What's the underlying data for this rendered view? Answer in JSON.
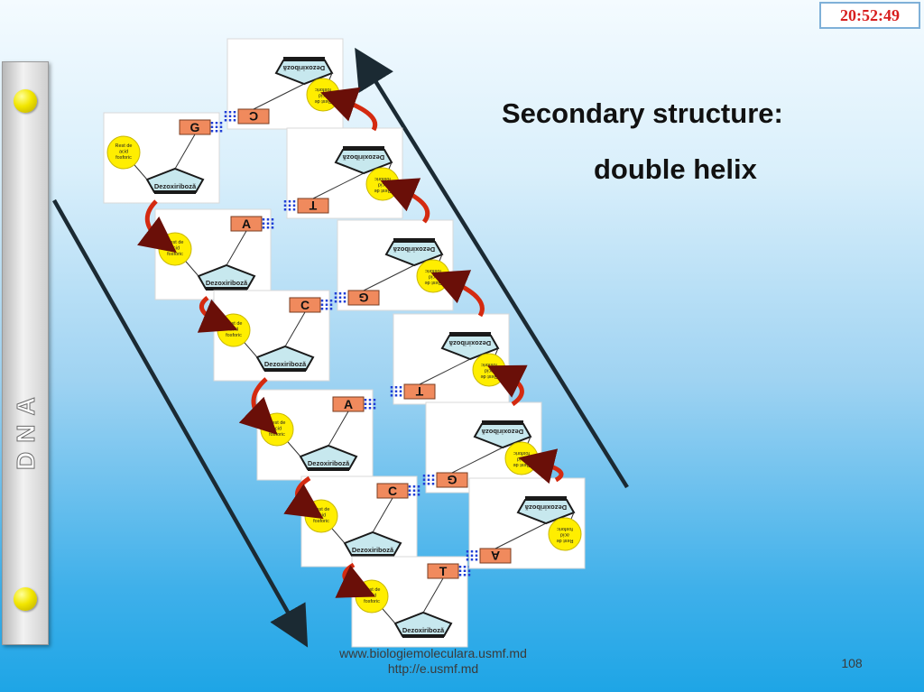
{
  "clock": "20:52:49",
  "sidebar": {
    "label": "DNA"
  },
  "heading": {
    "title": "Secondary structure:",
    "subtitle": "double helix"
  },
  "diagram": {
    "left_strand": [
      {
        "base": "G",
        "sugar": "Dezoxiriboză",
        "phosphate": "Rest de acid fosforic"
      },
      {
        "base": "A",
        "sugar": "Dezoxiriboză",
        "phosphate": "Rest de acid fosforic"
      },
      {
        "base": "C",
        "sugar": "Dezoxiriboză",
        "phosphate": "Rest de acid fosforic"
      },
      {
        "base": "A",
        "sugar": "Dezoxiriboză",
        "phosphate": "Rest de acid fosforic"
      },
      {
        "base": "C",
        "sugar": "Dezoxiriboză",
        "phosphate": "Rest de acid fosforic"
      },
      {
        "base": "T",
        "sugar": "Dezoxiriboză",
        "phosphate": "Rest de acid fosforic"
      }
    ],
    "right_strand": [
      {
        "base": "C",
        "sugar": "Dezoxiriboză",
        "phosphate": "Rest de acid fosforic"
      },
      {
        "base": "T",
        "sugar": "Dezoxiriboză",
        "phosphate": "Rest de acid fosforic"
      },
      {
        "base": "G",
        "sugar": "Dezoxiriboză",
        "phosphate": "Rest de acid fosforic"
      },
      {
        "base": "T",
        "sugar": "Dezoxiriboză",
        "phosphate": "Rest de acid fosforic"
      },
      {
        "base": "G",
        "sugar": "Dezoxiriboză",
        "phosphate": "Rest de acid fosforic"
      },
      {
        "base": "A",
        "sugar": "Dezoxiriboză",
        "phosphate": "Rest de acid fosforic"
      }
    ]
  },
  "footer": {
    "line1": "www.biologiemoleculara.usmf.md",
    "line2": "http://e.usmf.md"
  },
  "page_number": "108",
  "colors": {
    "base": "#f08a5d",
    "phosphate": "#ffee00",
    "sugar": "#c7e8ee",
    "arrow": "#d42a10",
    "bond": "#1f3fd6",
    "clock_text": "#d81e1e"
  }
}
